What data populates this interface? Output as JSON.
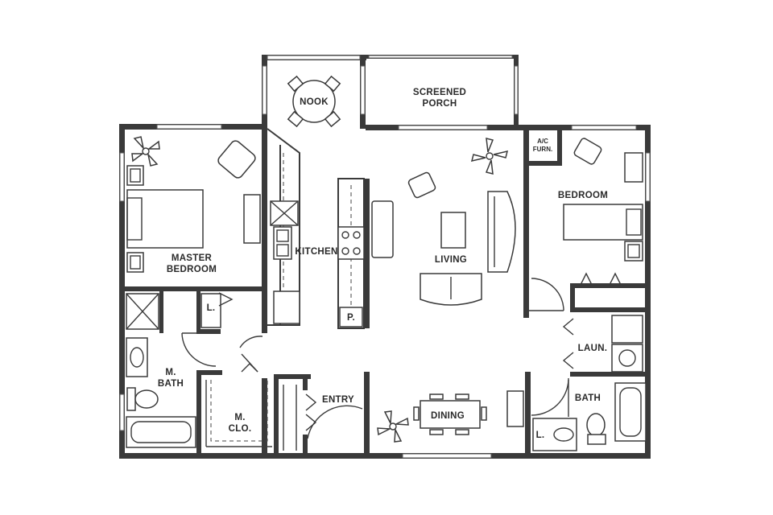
{
  "floor_plan": {
    "rooms": {
      "nook": "NOOK",
      "screened_porch": [
        "SCREENED",
        "PORCH"
      ],
      "master_bedroom": [
        "MASTER",
        "BEDROOM"
      ],
      "kitchen": "KITCHEN",
      "living": "LIVING",
      "ac_furnace": [
        "A/C",
        "FURN."
      ],
      "bedroom": "BEDROOM",
      "linen_master": "L.",
      "pantry": "P.",
      "master_bath": [
        "M.",
        "BATH"
      ],
      "master_closet": [
        "M.",
        "CLO."
      ],
      "entry": "ENTRY",
      "dining": "DINING",
      "laundry": "LAUN.",
      "bath": "BATH",
      "linen_bath": "L."
    }
  }
}
